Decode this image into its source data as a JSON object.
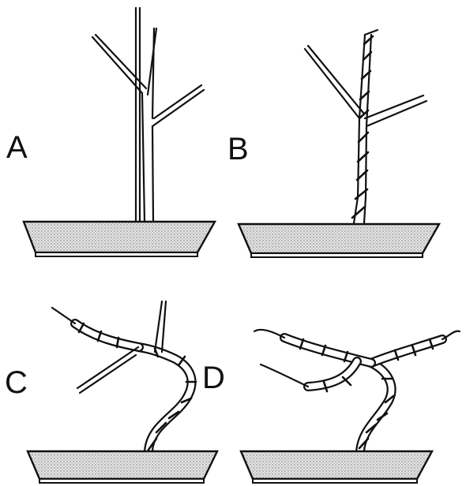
{
  "panels": [
    {
      "id": "A",
      "label": "A"
    },
    {
      "id": "B",
      "label": "B"
    },
    {
      "id": "C",
      "label": "C"
    },
    {
      "id": "D",
      "label": "D"
    }
  ],
  "colors": {
    "ink": "#111111",
    "pot_fill": "#d9d9d9",
    "background": "#ffffff"
  }
}
